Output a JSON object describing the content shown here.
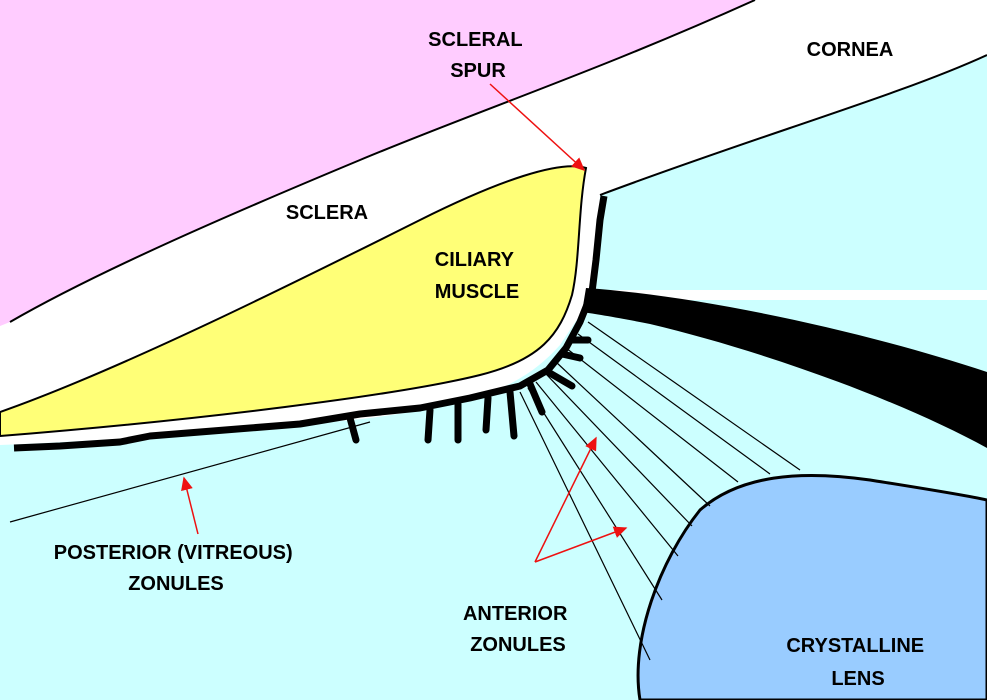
{
  "labels": {
    "scleral_spur": [
      "SCLERAL",
      "SPUR"
    ],
    "cornea": "CORNEA",
    "sclera": "SCLERA",
    "ciliary_muscle": [
      "CILIARY",
      "MUSCLE"
    ],
    "posterior_zonules": [
      "POSTERIOR (VITREOUS)",
      "ZONULES"
    ],
    "anterior_zonules": [
      "ANTERIOR",
      "ZONULES"
    ],
    "crystalline_lens": [
      "CRYSTALLINE",
      "LENS"
    ]
  },
  "colors": {
    "sclera_pink": "#ffccff",
    "fluid_cyan": "#ccffff",
    "muscle_yellow": "#ffff77",
    "lens_blue": "#99ccff",
    "iris_black": "#000000",
    "pointer_red": "#ee1111",
    "outline": "#000000",
    "tissue_white": "#ffffff"
  }
}
